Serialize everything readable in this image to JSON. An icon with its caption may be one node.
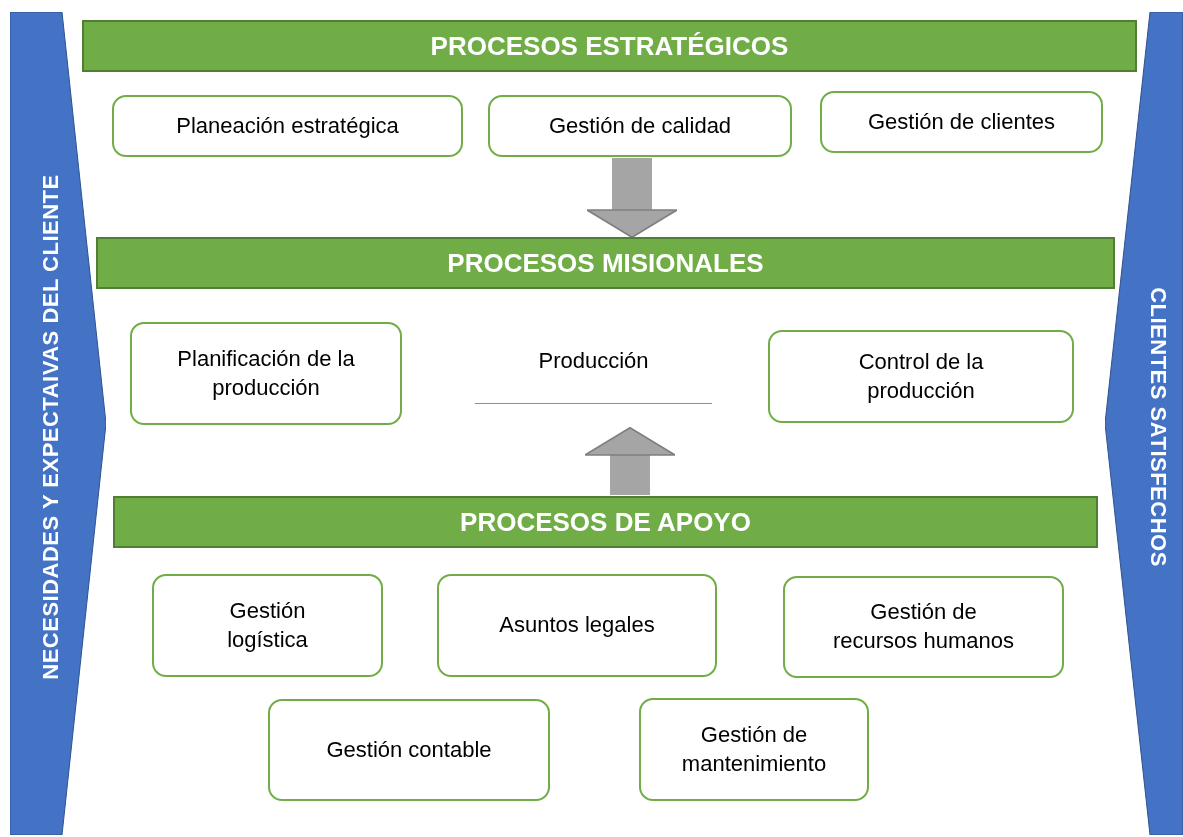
{
  "diagram": {
    "nodes": [
      {
        "text": [
          "NECESIDADES Y EXPECTAIVAS DEL CLIENTE"
        ]
      },
      {
        "text": [
          "PROCESOS ESTRATÉGICOS"
        ]
      },
      {
        "text": [
          "Planeación estratégica"
        ]
      },
      {
        "text": [
          "Gestión de calidad"
        ]
      },
      {
        "text": [
          "Gestión de clientes"
        ]
      },
      {
        "text": [
          "PROCESOS MISIONALES"
        ]
      },
      {
        "text": [
          "Planificación de la producción"
        ]
      },
      {
        "text": [
          "Producción"
        ]
      },
      {
        "text": [
          "Control de la producción"
        ]
      },
      {
        "text": [
          "PROCESOS DE APOYO"
        ]
      },
      {
        "text": [
          "Gestión logística"
        ]
      },
      {
        "text": [
          "Asuntos legales"
        ]
      },
      {
        "text": [
          "Gestión de recursos humanos"
        ]
      },
      {
        "text": [
          "Gestión contable"
        ]
      },
      {
        "text": [
          "Gestión de mantenimiento"
        ]
      },
      {
        "text": [
          "CLIENTES SATISFECHOS"
        ]
      }
    ],
    "edges": [
      {
        "from": 3,
        "to": 5,
        "arrow": "to"
      },
      {
        "from": 9,
        "to": 7,
        "arrow": "to"
      }
    ]
  }
}
